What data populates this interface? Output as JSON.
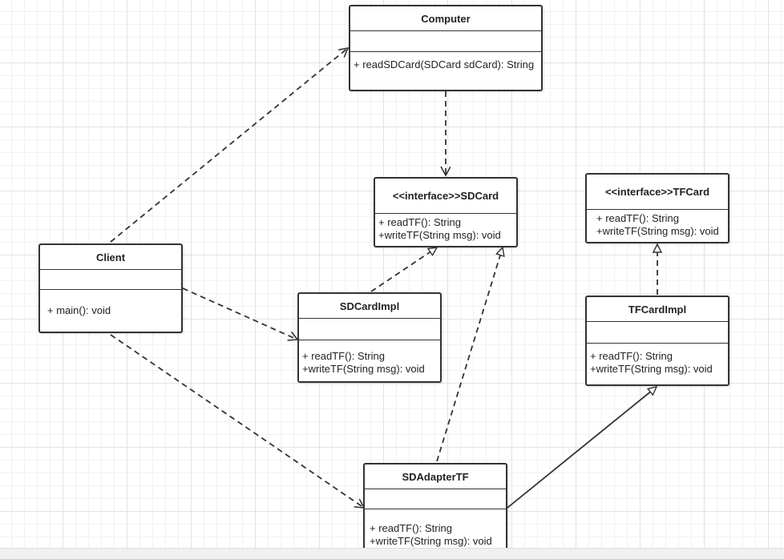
{
  "classes": {
    "computer": {
      "name": "Computer",
      "ops": [
        "+ readSDCard(SDCard sdCard): String"
      ]
    },
    "sdcard": {
      "name": "<<interface>>SDCard",
      "ops": [
        "+ readTF(): String",
        "+writeTF(String msg): void"
      ]
    },
    "tfcard": {
      "name": "<<interface>>TFCard",
      "ops": [
        "+ readTF(): String",
        "+writeTF(String msg): void"
      ]
    },
    "client": {
      "name": "Client",
      "ops": [
        "+ main(): void"
      ]
    },
    "sdcardimpl": {
      "name": "SDCardImpl",
      "ops": [
        "+ readTF(): String",
        "+writeTF(String msg): void"
      ]
    },
    "tfcardimpl": {
      "name": "TFCardImpl",
      "ops": [
        "+ readTF(): String",
        "+writeTF(String msg): void"
      ]
    },
    "sdadaptertf": {
      "name": "SDAdapterTF",
      "ops": [
        "+ readTF(): String",
        "+writeTF(String msg): void"
      ]
    }
  },
  "relationships": [
    {
      "from": "Client",
      "to": "Computer",
      "type": "dependency"
    },
    {
      "from": "Computer",
      "to": "<<interface>>SDCard",
      "type": "dependency"
    },
    {
      "from": "Client",
      "to": "SDCardImpl",
      "type": "dependency"
    },
    {
      "from": "Client",
      "to": "SDAdapterTF",
      "type": "dependency"
    },
    {
      "from": "SDCardImpl",
      "to": "<<interface>>SDCard",
      "type": "realization"
    },
    {
      "from": "SDAdapterTF",
      "to": "<<interface>>SDCard",
      "type": "realization"
    },
    {
      "from": "TFCardImpl",
      "to": "<<interface>>TFCard",
      "type": "realization"
    },
    {
      "from": "SDAdapterTF",
      "to": "TFCardImpl",
      "type": "generalization"
    }
  ],
  "colors": {
    "line": "#333333",
    "box_border": "#333333",
    "grid_major": "#e2e2e2",
    "grid_minor": "#f1f1f1"
  }
}
